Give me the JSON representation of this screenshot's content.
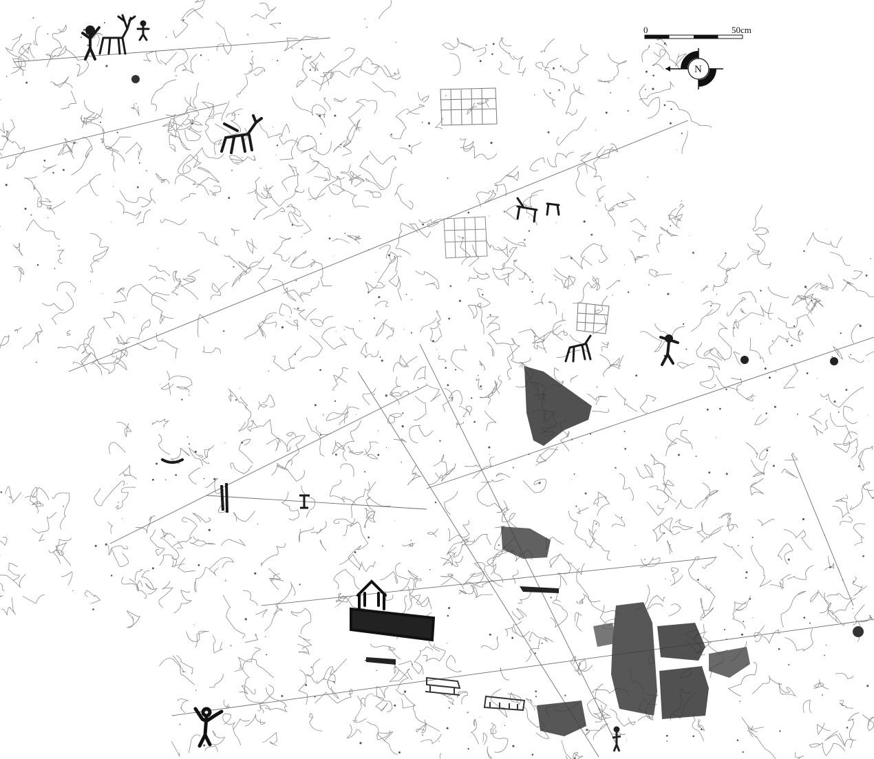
{
  "map": {
    "background": "#ffffff",
    "line_color": "#8a8a8a",
    "crack_color": "#6f6f6f",
    "figure_color": "#1a1a1a",
    "panel_patch_color": "#2b2b2b",
    "scale_bar": {
      "start_label": "0",
      "end_label": "50cm",
      "segments": 4
    },
    "north_arrow": {
      "label": "N",
      "icon": "compass-rose-icon"
    },
    "figures": [
      {
        "name": "archer-figure",
        "icon": "human-figure-icon"
      },
      {
        "name": "elk-figure",
        "icon": "animal-figure-icon"
      },
      {
        "name": "small-human-figure",
        "icon": "human-figure-icon"
      },
      {
        "name": "boat-figure",
        "icon": "boat-icon"
      },
      {
        "name": "deer-figure",
        "icon": "animal-figure-icon"
      },
      {
        "name": "grid-motif",
        "icon": "grid-motif-icon"
      },
      {
        "name": "dancer-figure",
        "icon": "human-figure-icon"
      },
      {
        "name": "hut-figure",
        "icon": "house-icon"
      },
      {
        "name": "warrior-figure",
        "icon": "human-figure-icon"
      },
      {
        "name": "sledge-figure",
        "icon": "sledge-icon"
      }
    ]
  }
}
